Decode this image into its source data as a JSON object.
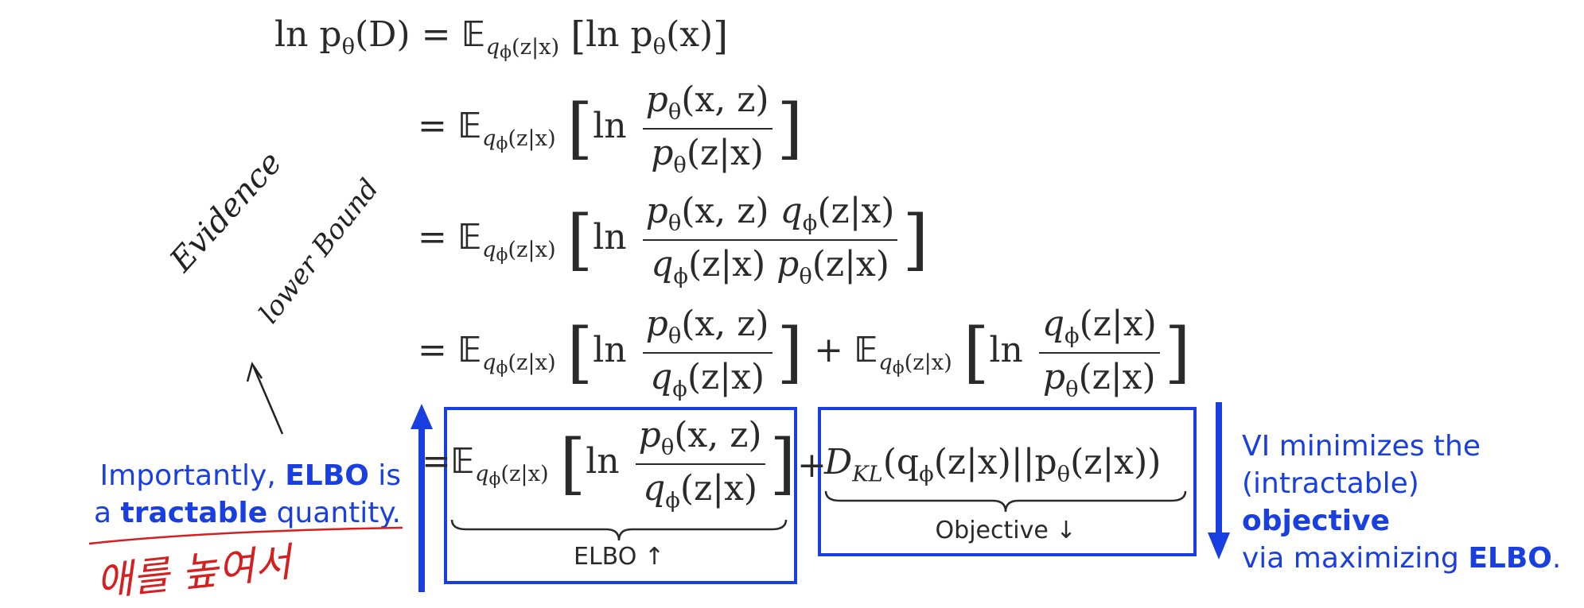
{
  "derivation": {
    "lhs": "ln p",
    "lhs_sub": "θ",
    "lhs_arg": "(D)",
    "expect": "𝔼",
    "q_sub": "q",
    "phi": "ϕ",
    "zx": "(z|x)",
    "ln": "ln",
    "line1_inner": "ln p",
    "line1_arg": "(x)",
    "eq": "=",
    "plus": "+",
    "p_xz": "(x, z)",
    "p_zx": "(z|x)",
    "p": "p",
    "q": "q",
    "theta": "θ",
    "kl_d": "D",
    "kl_sub": "KL",
    "kl_body_open": "(q",
    "kl_mid": "(z|x)||p",
    "kl_close": "(z|x))"
  },
  "labels": {
    "elbo_label": "ELBO ↑",
    "objective_label": "Objective ↓"
  },
  "notes": {
    "left_line1_pre": "Importantly, ",
    "left_line1_bold": "ELBO",
    "left_line1_post": " is",
    "left_line2_pre": "a ",
    "left_line2_bold": "tractable",
    "left_line2_post": " quantity.",
    "right_line1": "VI minimizes the",
    "right_line2_pre": "(intractable) ",
    "right_line2_bold": "objective",
    "right_line3_pre": "via maximizing ",
    "right_line3_bold": "ELBO",
    "right_line3_post": "."
  },
  "handwriting": {
    "annotation_1": "Evidence",
    "annotation_2": "lower Bound",
    "korean_note": "애를 높여서"
  },
  "colors": {
    "accent_blue": "#1a3fe0",
    "handwriting_red": "#d42020",
    "ink": "#2a2a2a"
  }
}
